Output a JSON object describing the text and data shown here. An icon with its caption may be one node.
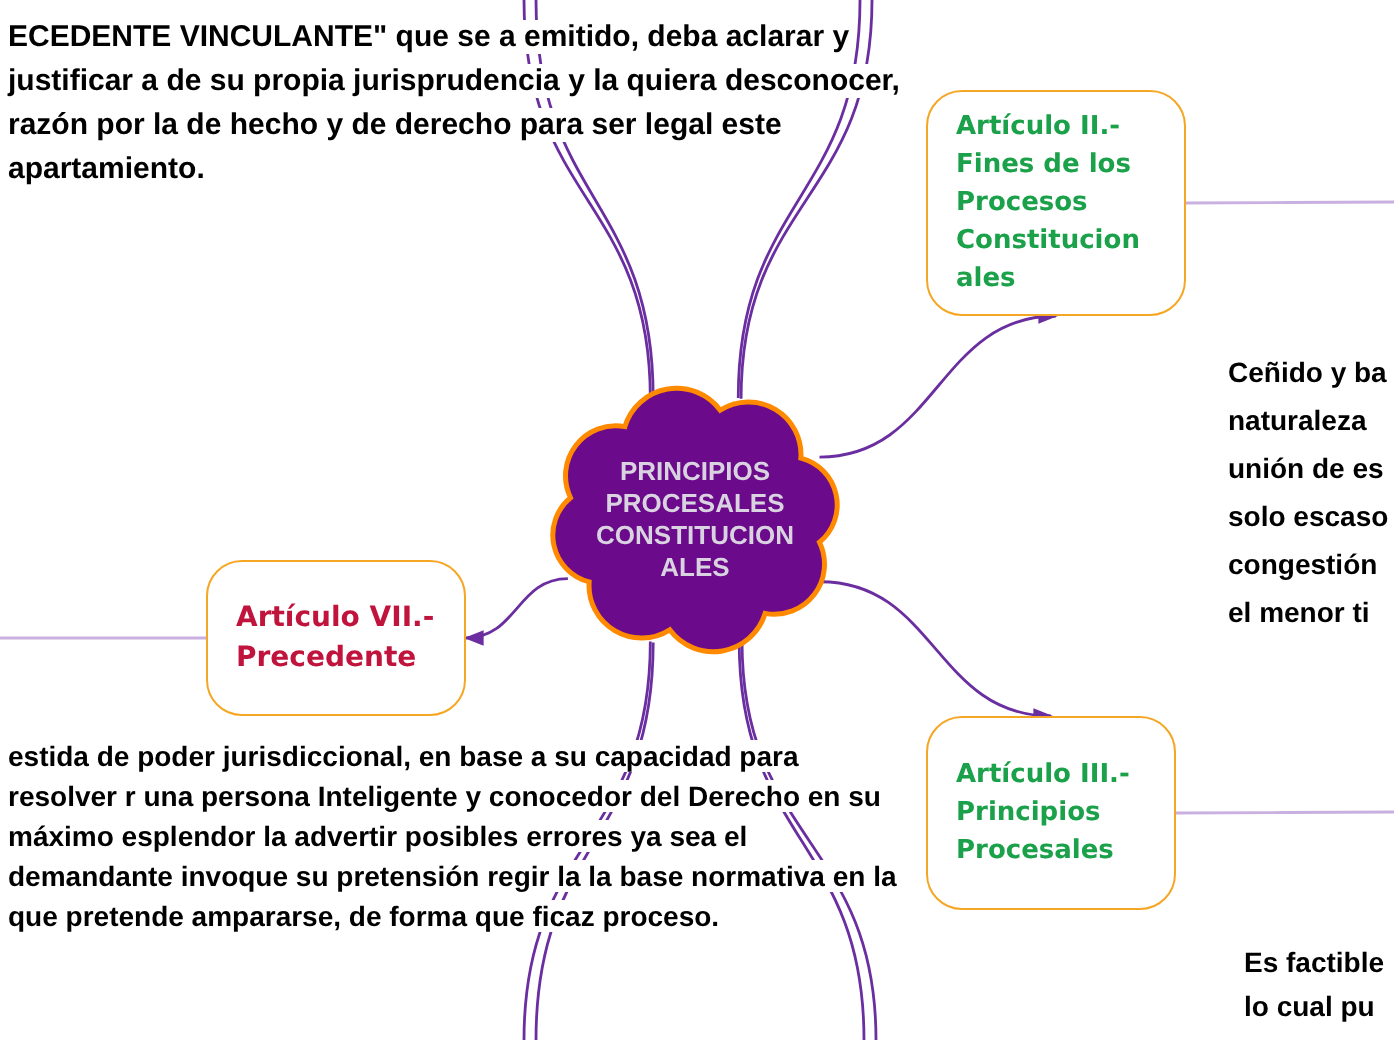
{
  "diagram": {
    "nodes": [
      {
        "text": [
          "PRINCIPIOS PROCESALES CONSTITUCIONALES"
        ]
      },
      {
        "text": [
          "Artículo II.- Fines de los Procesos Constitucionales"
        ]
      },
      {
        "text": [
          "Artículo VII.- Precedente"
        ]
      },
      {
        "text": [
          "Artículo III.- Principios Procesales"
        ]
      }
    ],
    "edges": [
      {
        "from": 0,
        "to": 1,
        "arrow": "to"
      },
      {
        "from": 0,
        "to": 2,
        "arrow": "to"
      },
      {
        "from": 0,
        "to": 3,
        "arrow": "to"
      },
      {
        "from": 1,
        "to": null,
        "arrow": "none",
        "color": "#c9b0e0"
      },
      {
        "from": 2,
        "to": null,
        "arrow": "none",
        "color": "#c9b0e0"
      },
      {
        "from": 3,
        "to": null,
        "arrow": "none",
        "color": "#c9b0e0"
      },
      {
        "from": 0,
        "to": null,
        "arrow": "none"
      },
      {
        "from": 0,
        "to": null,
        "arrow": "none"
      },
      {
        "from": 0,
        "to": null,
        "arrow": "none"
      },
      {
        "from": 0,
        "to": null,
        "arrow": "none"
      },
      {
        "from": 0,
        "to": null,
        "arrow": "none"
      },
      {
        "from": 0,
        "to": null,
        "arrow": "none"
      },
      {
        "from": 0,
        "to": null,
        "arrow": "none"
      },
      {
        "from": 0,
        "to": null,
        "arrow": "none"
      }
    ],
    "labels": [
      "ECEDENTE VINCULANTE\"  que se a emitido, deba aclarar y justificar a de su propia jurisprudencia  y la quiera desconocer, razón por la de hecho y de derecho para ser legal este apartamiento.",
      "Ceñido y ba naturaleza unión de es solo escaso congestión el menor ti",
      "estida de poder jurisdiccional, en base a su capacidad para resolver r una persona Inteligente  y conocedor del Derecho en su máximo esplendor la advertir posibles errores ya sea el demandante invoque su pretensión regir la la base normativa en la que pretende ampararse, de forma que ficaz proceso.",
      "Es factible lo cual pu"
    ]
  }
}
